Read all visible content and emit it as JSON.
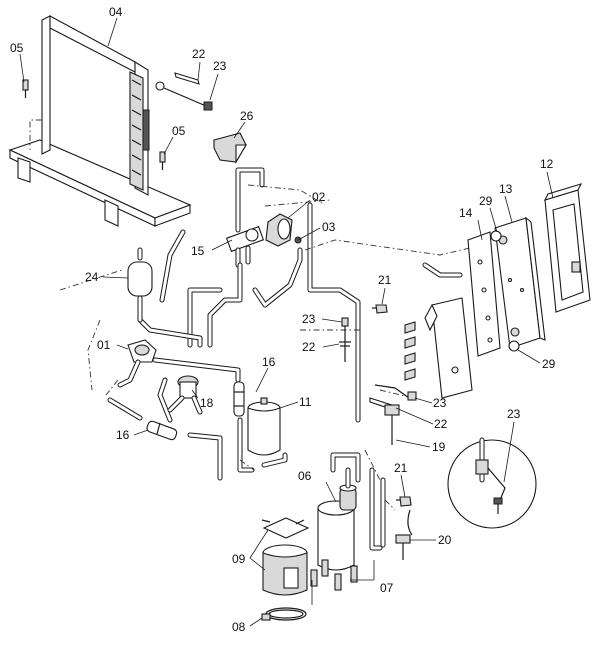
{
  "callouts": {
    "c04": "04",
    "c05a": "05",
    "c05b": "05",
    "c22a": "22",
    "c23a": "23",
    "c26": "26",
    "c02": "02",
    "c03": "03",
    "c15": "15",
    "c24": "24",
    "c21a": "21",
    "c14": "14",
    "c29a": "29",
    "c13": "13",
    "c12": "12",
    "c23b": "23",
    "c22b": "22",
    "c01": "01",
    "c16a": "16",
    "c11": "11",
    "c18": "18",
    "c16b": "16",
    "c29b": "29",
    "c23c": "23",
    "c22c": "22",
    "c19": "19",
    "c23d": "23",
    "c21b": "21",
    "c06": "06",
    "c20": "20",
    "c09": "09",
    "c07": "07",
    "c08": "08"
  }
}
